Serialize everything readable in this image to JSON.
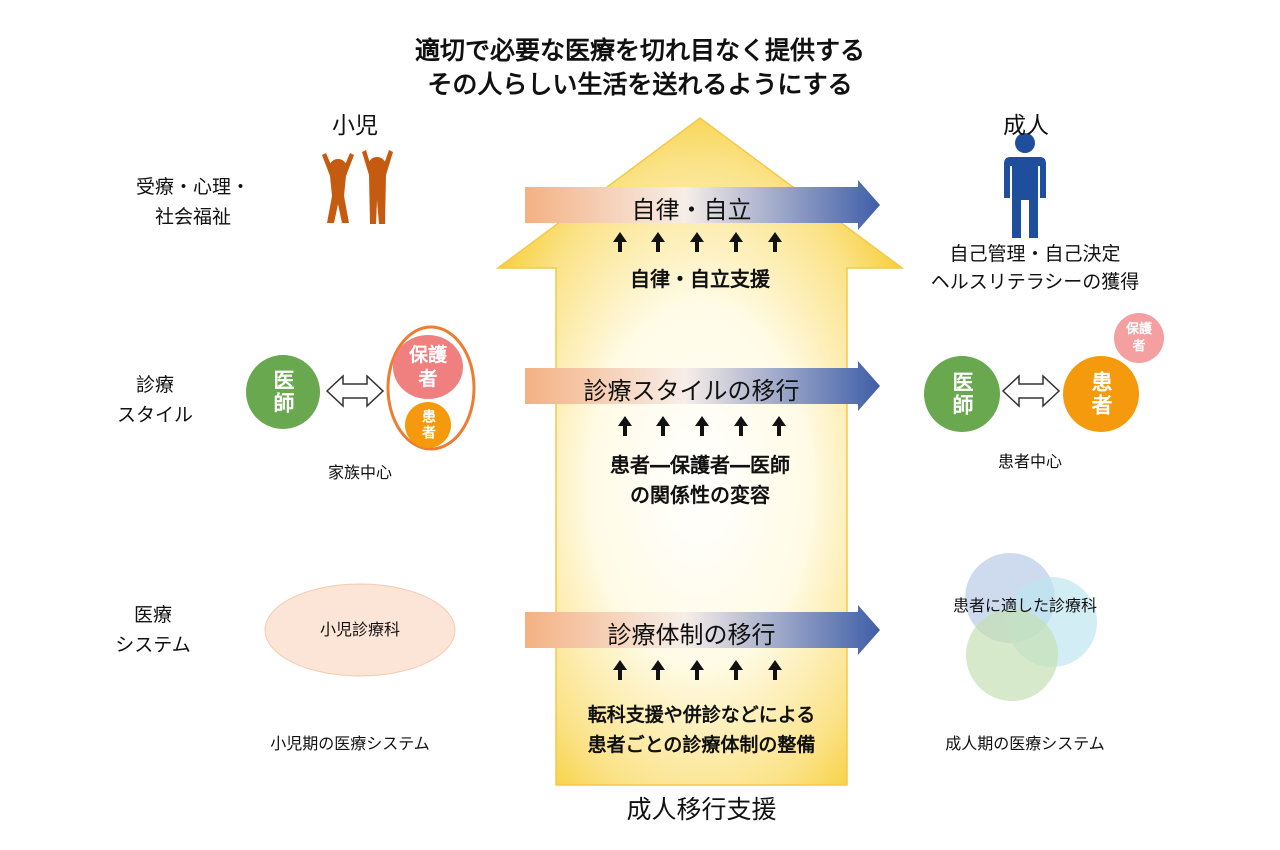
{
  "title": {
    "line1": "適切で必要な医療を切れ目なく提供する",
    "line2": "その人らしい生活を送れるようにする"
  },
  "columns": {
    "child": "小児",
    "adult": "成人"
  },
  "row_labels": {
    "row1": [
      "受療・心理・",
      "社会福祉"
    ],
    "row2": [
      "診療",
      "スタイル"
    ],
    "row3": [
      "医療",
      "システム"
    ]
  },
  "center": {
    "band1_label": "自律・自立",
    "band1_sub": "自律・自立支援",
    "band2_label": "診療スタイルの移行",
    "band2_sub": [
      "患者―保護者―医師",
      "の関係性の変容"
    ],
    "band3_label": "診療体制の移行",
    "band3_sub": [
      "転科支援や併診などによる",
      "患者ごとの診療体制の整備"
    ],
    "bottom": "成人移行支援"
  },
  "child_side": {
    "doctor": "医師",
    "guardian": "保護者",
    "patient": "患者",
    "family_caption": "家族中心",
    "dept": "小児診療科",
    "system_caption": "小児期の医療システム"
  },
  "adult_side": {
    "self_lines": [
      "自己管理・自己決定",
      "ヘルスリテラシーの獲得"
    ],
    "doctor": "医師",
    "patient": "患者",
    "guardian": "保護者",
    "patient_caption": "患者中心",
    "dept": "患者に適した診療科",
    "system_caption": "成人期の医療システム"
  },
  "colors": {
    "doctor_green": "#6aa84f",
    "guardian_pink": "#f08080",
    "patient_orange": "#f59a0c",
    "child_figure": "#c55a11",
    "adult_figure": "#1f4e9c",
    "arrow_blue": "#3f5ea8",
    "arrow_peach": "#f4b183",
    "big_arrow_yellow": "#f7d64a"
  },
  "icons": [
    "children-figure-icon",
    "adult-figure-icon",
    "double-arrow-icon",
    "up-arrow-icon"
  ]
}
